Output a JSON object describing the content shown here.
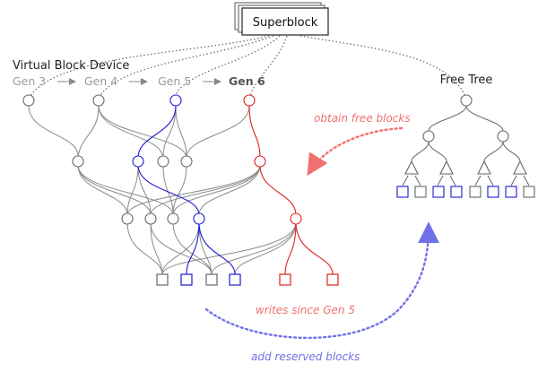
{
  "superblock": {
    "label": "Superblock"
  },
  "device": {
    "title": "Virtual Block Device"
  },
  "generations": [
    {
      "label": "Gen 3"
    },
    {
      "label": "Gen 4"
    },
    {
      "label": "Gen 5"
    },
    {
      "label": "Gen 6"
    }
  ],
  "free_tree": {
    "label": "Free Tree"
  },
  "annotations": {
    "obtain": "obtain free blocks",
    "writes": "writes since Gen 5",
    "reserve": "add reserved blocks"
  },
  "colors": {
    "gray": "#8a8a8a",
    "blue": "#1a1ad0",
    "red": "#e02020",
    "dotted_red": "#f07070",
    "dotted_blue": "#7070e8"
  }
}
